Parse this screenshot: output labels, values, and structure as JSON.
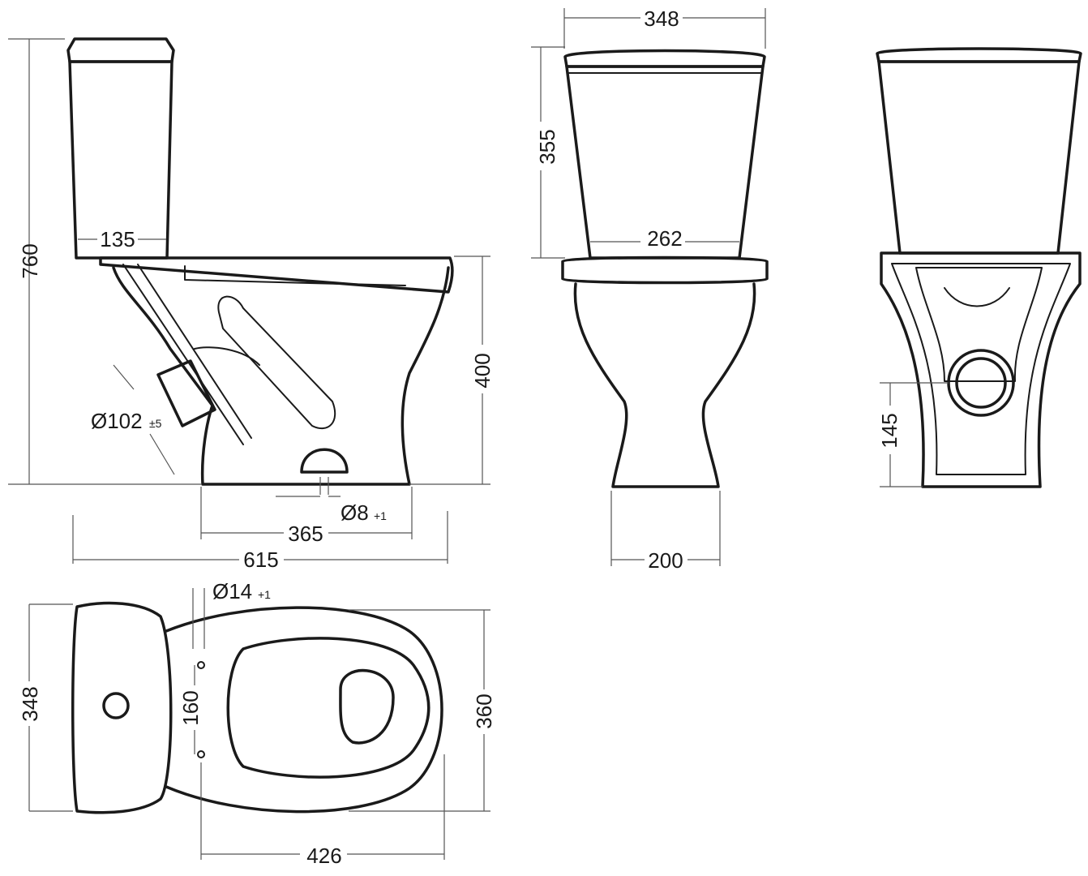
{
  "colors": {
    "line": "#1a1a1a",
    "dimension_line": "#555555",
    "background": "#ffffff"
  },
  "side_view": {
    "dim_total_height": "760",
    "dim_tank_depth": "135",
    "dim_bowl_height": "400",
    "dim_outlet_diameter": "Ø102",
    "dim_outlet_tolerance": "±5",
    "dim_fixing_hole": "Ø8",
    "dim_fixing_tolerance": "+1",
    "dim_base_to_hole": "365",
    "dim_total_length": "615"
  },
  "front_view": {
    "dim_tank_width": "348",
    "dim_tank_height": "355",
    "dim_tank_bottom_width": "262",
    "dim_base_width": "200"
  },
  "rear_view": {
    "dim_outlet_height": "145"
  },
  "top_view": {
    "dim_tank_hole": "Ø14",
    "dim_tank_hole_tolerance": "+1",
    "dim_tank_width": "348",
    "dim_hole_spacing": "160",
    "dim_bowl_width": "360",
    "dim_bowl_length": "426"
  }
}
